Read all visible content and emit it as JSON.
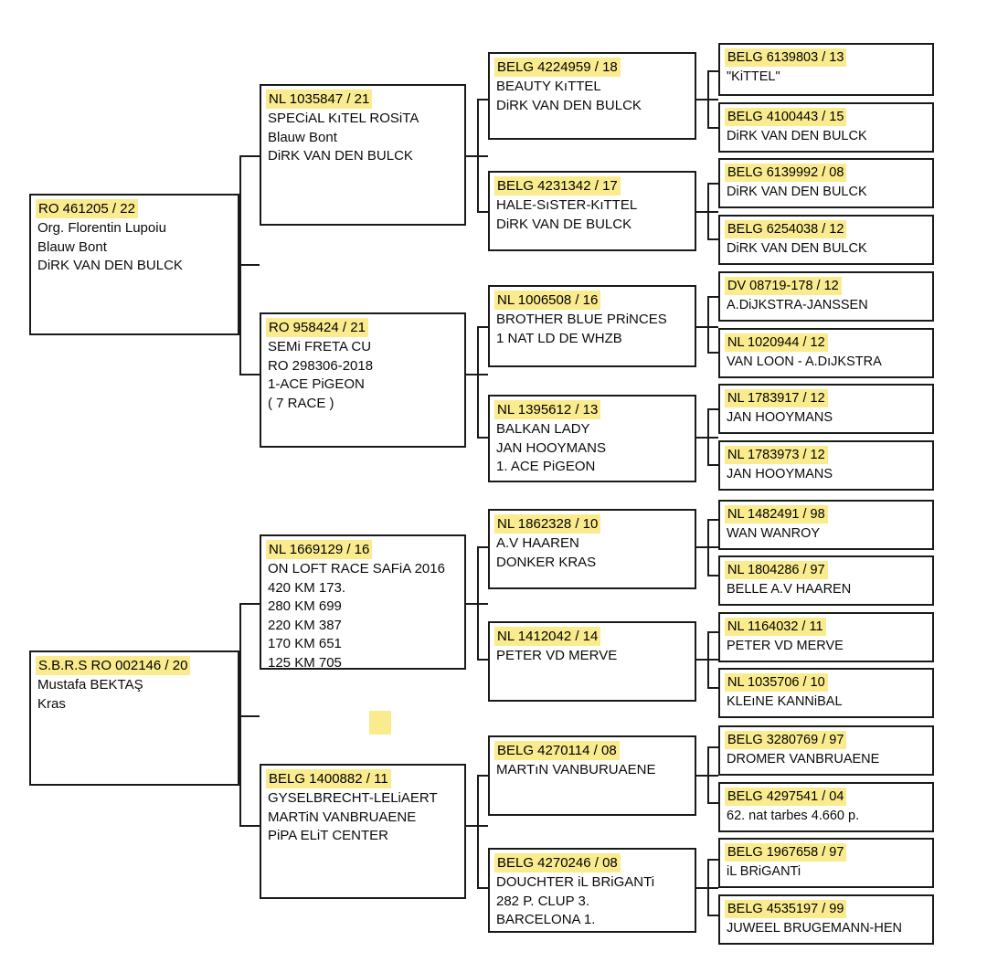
{
  "document": {
    "title": "Pigeon Pedigree Chart",
    "highlight_color": "#faec8e",
    "border_color": "#1a1a1a",
    "background_color": "#ffffff"
  },
  "pedigree": {
    "roots": [
      {
        "id": "root-1",
        "ring": "RO 461205 / 22",
        "lines": [
          "Org. Florentin Lupoiu",
          "Blauw Bont",
          "DiRK VAN DEN BULCK"
        ]
      },
      {
        "id": "root-2",
        "ring": "S.B.R.S RO 002146 / 20",
        "lines": [
          "Mustafa BEKTAŞ",
          "Kras"
        ]
      }
    ],
    "generation2": [
      {
        "id": "g2-1",
        "ring": "NL 1035847 / 21",
        "lines": [
          "SPECiAL KıTEL ROSiTA",
          "Blauw Bont",
          "DiRK VAN DEN BULCK"
        ]
      },
      {
        "id": "g2-2",
        "ring": "RO 958424 / 21",
        "lines": [
          "SEMi FRETA CU",
          "RO 298306-2018",
          "1-ACE PiGEON",
          "( 7 RACE )"
        ]
      },
      {
        "id": "g2-3",
        "ring": "NL 1669129 / 16",
        "lines": [
          "ON LOFT RACE SAFiA 2016",
          "420 KM 173.",
          "280 KM 699",
          "220 KM 387",
          "170 KM 651",
          "125 KM 705"
        ]
      },
      {
        "id": "g2-4",
        "ring": "BELG 1400882 / 11",
        "lines": [
          "GYSELBRECHT-LELiAERT",
          "MARTiN VANBRUAENE",
          "PiPA ELiT CENTER"
        ]
      }
    ],
    "generation3": [
      {
        "id": "g3-1",
        "ring": "BELG 4224959 / 18",
        "lines": [
          "BEAUTY KıTTEL",
          "DiRK VAN DEN BULCK"
        ]
      },
      {
        "id": "g3-2",
        "ring": "BELG 4231342 / 17",
        "lines": [
          "HALE-SıSTER-KıTTEL",
          "DiRK VAN DE BULCK"
        ]
      },
      {
        "id": "g3-3",
        "ring": "NL 1006508 / 16",
        "lines": [
          "BROTHER BLUE PRiNCES",
          "1 NAT LD DE WHZB"
        ]
      },
      {
        "id": "g3-4",
        "ring": "NL 1395612 / 13",
        "lines": [
          "BALKAN LADY",
          "JAN HOOYMANS",
          "1. ACE PiGEON"
        ]
      },
      {
        "id": "g3-5",
        "ring": "NL 1862328 / 10",
        "lines": [
          "A.V HAAREN",
          "DONKER KRAS"
        ]
      },
      {
        "id": "g3-6",
        "ring": "NL 1412042 / 14",
        "lines": [
          "PETER VD MERVE"
        ]
      },
      {
        "id": "g3-7",
        "ring": "BELG 4270114 / 08",
        "lines": [
          "MARTıN VANBURUAENE"
        ]
      },
      {
        "id": "g3-8",
        "ring": "BELG 4270246 / 08",
        "lines": [
          "DOUCHTER iL BRiGANTi",
          "282 P. CLUP 3.",
          "BARCELONA 1."
        ]
      }
    ],
    "generation4": [
      {
        "id": "g4-1",
        "ring": "BELG 6139803 / 13",
        "lines": [
          "\"KiTTEL\""
        ]
      },
      {
        "id": "g4-2",
        "ring": "BELG 4100443 / 15",
        "lines": [
          "DiRK VAN DEN BULCK"
        ]
      },
      {
        "id": "g4-3",
        "ring": "BELG 6139992 / 08",
        "lines": [
          "DiRK VAN DEN BULCK"
        ]
      },
      {
        "id": "g4-4",
        "ring": "BELG 6254038 / 12",
        "lines": [
          "DiRK VAN DEN BULCK"
        ]
      },
      {
        "id": "g4-5",
        "ring": "DV 08719-178 / 12",
        "lines": [
          "A.DiJKSTRA-JANSSEN"
        ]
      },
      {
        "id": "g4-6",
        "ring": "NL 1020944 / 12",
        "lines": [
          "VAN LOON - A.DıJKSTRA"
        ]
      },
      {
        "id": "g4-7",
        "ring": "NL 1783917 / 12",
        "lines": [
          "JAN HOOYMANS"
        ]
      },
      {
        "id": "g4-8",
        "ring": "NL 1783973 / 12",
        "lines": [
          "JAN HOOYMANS"
        ]
      },
      {
        "id": "g4-9",
        "ring": "NL 1482491 / 98",
        "lines": [
          "WAN WANROY"
        ]
      },
      {
        "id": "g4-10",
        "ring": "NL 1804286 / 97",
        "lines": [
          "BELLE A.V HAAREN"
        ]
      },
      {
        "id": "g4-11",
        "ring": "NL 1164032 / 11",
        "lines": [
          "PETER VD MERVE"
        ]
      },
      {
        "id": "g4-12",
        "ring": "NL 1035706 / 10",
        "lines": [
          "KLEıNE KANNiBAL"
        ]
      },
      {
        "id": "g4-13",
        "ring": "BELG 3280769 / 97",
        "lines": [
          "DROMER VANBRUAENE"
        ]
      },
      {
        "id": "g4-14",
        "ring": "BELG 4297541 / 04",
        "lines": [
          "62. nat tarbes 4.660 p."
        ]
      },
      {
        "id": "g4-15",
        "ring": "BELG 1967658 / 97",
        "lines": [
          "iL BRiGANTi"
        ]
      },
      {
        "id": "g4-16",
        "ring": "BELG 4535197 / 99",
        "lines": [
          "JUWEEL BRUGEMANN-HEN"
        ]
      }
    ]
  }
}
